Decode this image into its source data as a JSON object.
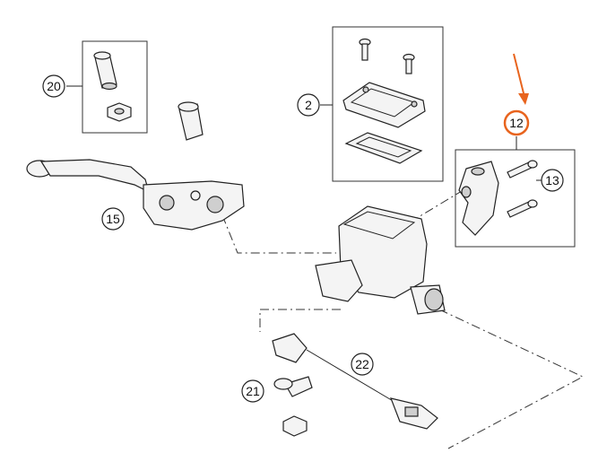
{
  "callouts": [
    {
      "id": "p20",
      "label": "20"
    },
    {
      "id": "p2",
      "label": "2"
    },
    {
      "id": "p12",
      "label": "12",
      "highlighted": true
    },
    {
      "id": "p13",
      "label": "13"
    },
    {
      "id": "p15",
      "label": "15"
    },
    {
      "id": "p21",
      "label": "21"
    },
    {
      "id": "p22",
      "label": "22"
    }
  ],
  "colors": {
    "highlight": "#e8641e",
    "ink": "#222222",
    "background": "#ffffff"
  }
}
